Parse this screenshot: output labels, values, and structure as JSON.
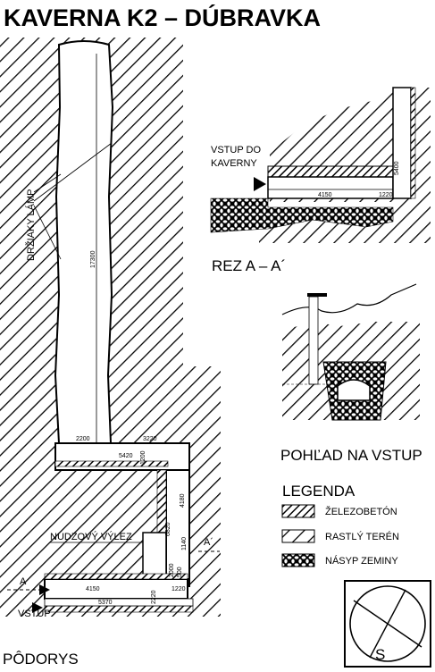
{
  "title": "KAVERNA K2 – DÚBRAVKA",
  "plan_label": "PÔDORYS",
  "section_label": "REZ A – A´",
  "view_label": "POHĽAD NA VSTUP",
  "entry_label_line1": "VSTUP DO",
  "entry_label_line2": "KAVERNY",
  "plan_entry_label": "VSTUP",
  "lamp_holders_label": "DRŽIAKY LÁMP",
  "emergency_exit_label": "NÚDZOVÝ VÝLEZ",
  "section_marker_left": "A",
  "section_marker_right": "A´",
  "north_label": "S",
  "dimensions": {
    "shaft_length": "17300",
    "top_width": "2200",
    "corridor_width": "3220",
    "corridor_length": "5420",
    "corridor_short": "1200",
    "side_length": "4180",
    "exit_height": "6820",
    "exit_width": "1140",
    "exit_2000": "2000",
    "exit_500": "500",
    "entry_4150": "4150",
    "entry_1220": "1220",
    "entry_5370": "5370",
    "entry_2220": "2220",
    "section_4150": "4150",
    "section_1220": "1220",
    "section_5400": "5400"
  },
  "legend": {
    "title": "LEGENDA",
    "items": [
      "ŽELEZOBETÓN",
      "RASTLÝ TERÉN",
      "NÁSYP ZEMINY"
    ]
  }
}
